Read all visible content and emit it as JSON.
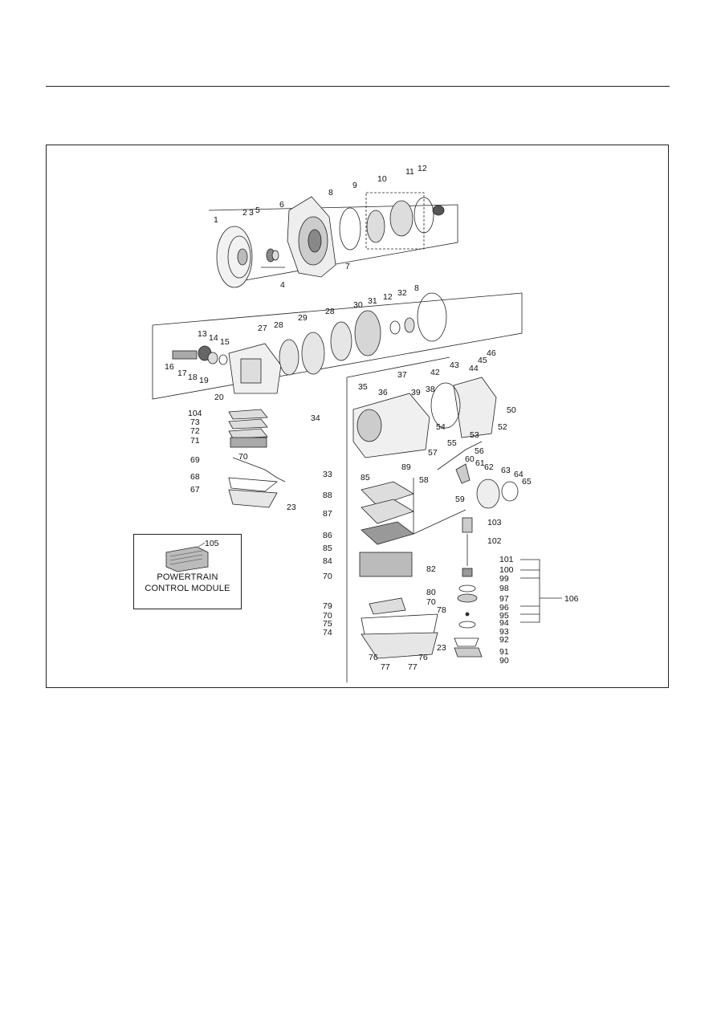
{
  "inset": {
    "part_number": "105",
    "line1": "POWERTRAIN",
    "line2": "CONTROL MODULE"
  },
  "callouts": {
    "c1": "1",
    "c2": "2",
    "c3": "3",
    "c4": "4",
    "c5": "5",
    "c6": "6",
    "c7": "7",
    "c8a": "8",
    "c8b": "8",
    "c9": "9",
    "c10": "10",
    "c11": "11",
    "c12a": "12",
    "c12b": "12",
    "c13": "13",
    "c14": "14",
    "c15": "15",
    "c16": "16",
    "c17": "17",
    "c18": "18",
    "c19": "19",
    "c20": "20",
    "c23a": "23",
    "c23b": "23",
    "c27": "27",
    "c28a": "28",
    "c28b": "28",
    "c29": "29",
    "c30": "30",
    "c31": "31",
    "c32": "32",
    "c33": "33",
    "c34": "34",
    "c35": "35",
    "c36": "36",
    "c37": "37",
    "c38": "38",
    "c39": "39",
    "c42": "42",
    "c43": "43",
    "c44": "44",
    "c45": "45",
    "c46": "46",
    "c50": "50",
    "c52": "52",
    "c53": "53",
    "c54": "54",
    "c55": "55",
    "c56": "56",
    "c57": "57",
    "c58": "58",
    "c59": "59",
    "c60": "60",
    "c61": "61",
    "c62": "62",
    "c63": "63",
    "c64": "64",
    "c65": "65",
    "c67": "67",
    "c68": "68",
    "c69": "69",
    "c70a": "70",
    "c70b": "70",
    "c70c": "70",
    "c70d": "70",
    "c71": "71",
    "c72": "72",
    "c73": "73",
    "c74": "74",
    "c75": "75",
    "c76a": "76",
    "c76b": "76",
    "c77a": "77",
    "c77b": "77",
    "c78": "78",
    "c79": "79",
    "c80": "80",
    "c82": "82",
    "c84": "84",
    "c85a": "85",
    "c85b": "85",
    "c86": "86",
    "c87": "87",
    "c88": "88",
    "c89": "89",
    "c90": "90",
    "c91": "91",
    "c92": "92",
    "c93": "93",
    "c94": "94",
    "c95": "95",
    "c96": "96",
    "c97": "97",
    "c98": "98",
    "c99": "99",
    "c100": "100",
    "c101": "101",
    "c102": "102",
    "c103": "103",
    "c104": "104",
    "c106": "106"
  }
}
